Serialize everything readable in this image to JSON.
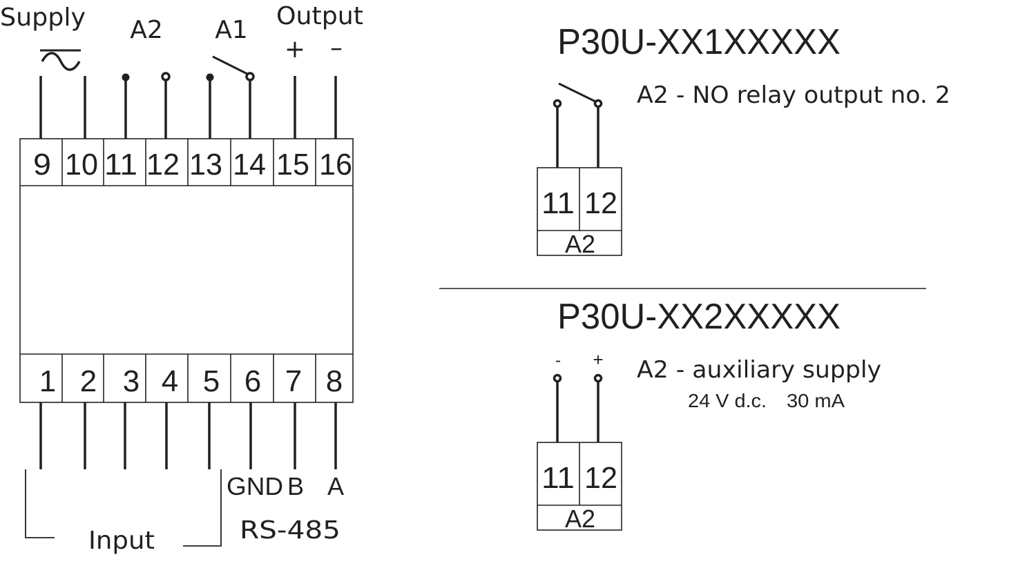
{
  "main_block": {
    "top_labels": {
      "supply": "Supply",
      "supply_symbol": "≂",
      "a2": "A2",
      "a1": "A1",
      "output": "Output",
      "plus": "+",
      "minus": "–"
    },
    "top_terminals": [
      "9",
      "10",
      "11",
      "12",
      "13",
      "14",
      "15",
      "16"
    ],
    "bottom_terminals": [
      "1",
      "2",
      "3",
      "4",
      "5",
      "6",
      "7",
      "8"
    ],
    "bottom_labels": {
      "gnd": "GND",
      "b": "B",
      "a": "A",
      "input": "Input",
      "rs485": "RS-485"
    }
  },
  "variant1": {
    "title": "P30U-XX1XXXXX",
    "description": "A2 - NO relay output no. 2",
    "terminals": [
      "11",
      "12"
    ],
    "group_label": "A2"
  },
  "variant2": {
    "title": "P30U-XX2XXXXX",
    "description": "A2 - auxiliary supply",
    "spec_voltage": "24 V d.c.",
    "spec_current": "30 mA",
    "minus": "-",
    "plus": "+",
    "terminals": [
      "11",
      "12"
    ],
    "group_label": "A2"
  }
}
